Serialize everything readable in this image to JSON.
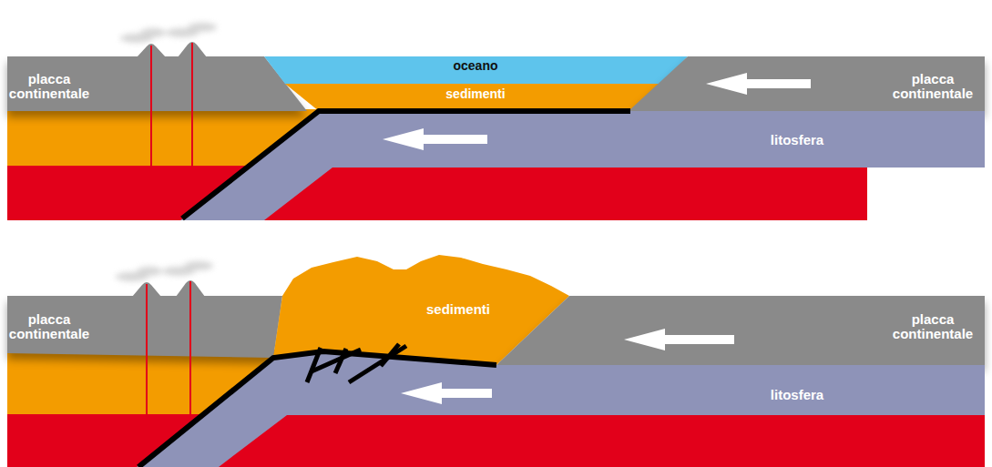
{
  "diagram": {
    "nodes": [
      {
        "text": [
          "placca continentale"
        ]
      },
      {
        "text": [
          "oceano"
        ]
      },
      {
        "text": [
          "sedimenti"
        ]
      },
      {
        "text": [
          "placca continentale"
        ]
      },
      {
        "text": [
          "litosfera"
        ]
      },
      {
        "text": [
          "placca continentale"
        ]
      },
      {
        "text": [
          "sedimenti"
        ]
      },
      {
        "text": [
          "placca continentale"
        ]
      },
      {
        "text": [
          "litosfera"
        ]
      }
    ]
  }
}
